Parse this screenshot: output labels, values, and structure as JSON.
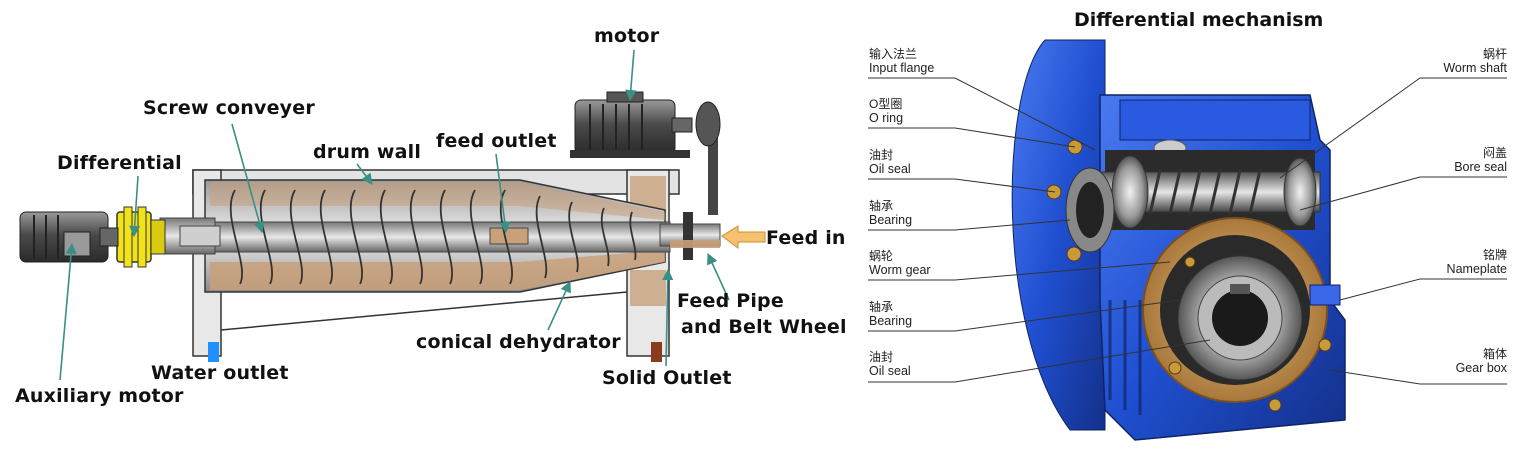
{
  "left_diagram": {
    "labels": {
      "motor": "motor",
      "screw_conveyer": "Screw conveyer",
      "drum_wall": "drum wall",
      "feed_outlet": "feed outlet",
      "differential": "Differential",
      "feed_in": "Feed in",
      "feed_pipe_line1": "Feed Pipe",
      "feed_pipe_line2": "and Belt Wheel",
      "conical_dehydrator": "conical dehydrator",
      "water_outlet": "Water outlet",
      "solid_outlet": "Solid Outlet",
      "auxiliary_motor": "Auxiliary motor"
    }
  },
  "right_diagram": {
    "title": "Differential mechanism",
    "left_parts": [
      {
        "cn": "输入法兰",
        "en": "Input flange"
      },
      {
        "cn": "O型圈",
        "en": "O ring"
      },
      {
        "cn": "油封",
        "en": "Oil seal"
      },
      {
        "cn": "轴承",
        "en": "Bearing"
      },
      {
        "cn": "蜗轮",
        "en": "Worm gear"
      },
      {
        "cn": "轴承",
        "en": "Bearing"
      },
      {
        "cn": "油封",
        "en": "Oil seal"
      }
    ],
    "right_parts": [
      {
        "cn": "蜗杆",
        "en": "Worm shaft"
      },
      {
        "cn": "闷盖",
        "en": "Bore seal"
      },
      {
        "cn": "铭牌",
        "en": "Nameplate"
      },
      {
        "cn": "箱体",
        "en": "Gear box"
      }
    ]
  },
  "colors": {
    "housing_blue": "#1f4fd0",
    "drum_gray": "#d9d9d9",
    "sludge": "#c8a07a",
    "differential_yellow": "#f2e21a",
    "arrow_teal": "#3a8f86",
    "water_blue": "#1e90ff",
    "solid_brown": "#8b3a1a",
    "feed_arrow": "#f5c070"
  }
}
